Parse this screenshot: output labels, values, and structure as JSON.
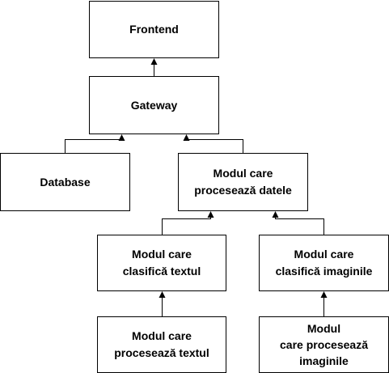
{
  "diagram": {
    "nodes": {
      "frontend": "Frontend",
      "gateway": "Gateway",
      "database": "Database",
      "data_processing": "Modul care\nprocesează datele",
      "text_classifier": "Modul care\nclasifică textul",
      "image_classifier": "Modul care\nclasifică imaginile",
      "text_processing": "Modul care\nprocesează textul",
      "image_processing": "Modul\ncare procesează\nimaginile"
    },
    "edges": [
      {
        "from": "gateway",
        "to": "frontend"
      },
      {
        "from": "database",
        "to": "gateway"
      },
      {
        "from": "data_processing",
        "to": "gateway"
      },
      {
        "from": "text_classifier",
        "to": "data_processing"
      },
      {
        "from": "image_classifier",
        "to": "data_processing"
      },
      {
        "from": "text_processing",
        "to": "text_classifier"
      },
      {
        "from": "image_processing",
        "to": "image_classifier"
      }
    ],
    "colors": {
      "stroke": "#000000",
      "fill": "#ffffff",
      "text": "#000000"
    }
  }
}
